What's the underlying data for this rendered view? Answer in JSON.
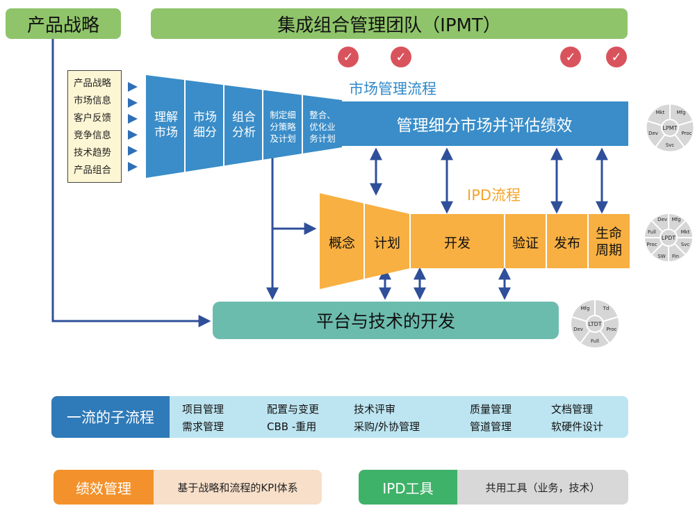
{
  "header": {
    "strategy": "产品战略",
    "ipmt": "集成组合管理团队（IPMT）"
  },
  "inputs": [
    "产品战略",
    "市场信息",
    "客户反馈",
    "竞争信息",
    "技术趋势",
    "产品组合"
  ],
  "market_process": {
    "title": "市场管理流程",
    "steps": [
      {
        "line1": "理解",
        "line2": "市场"
      },
      {
        "line1": "市场",
        "line2": "细分"
      },
      {
        "line1": "组合",
        "line2": "分析"
      },
      {
        "line1": "制定细",
        "line2": "分策略",
        "line3": "及计划"
      },
      {
        "line1": "整合、",
        "line2": "优化业",
        "line3": "务计划"
      }
    ],
    "manage_bar": "管理细分市场并评估绩效"
  },
  "ipd_process": {
    "title": "IPD流程",
    "steps": [
      "概念",
      "计划",
      "开发",
      "验证",
      "发布"
    ],
    "lifecycle_line1": "生命",
    "lifecycle_line2": "周期"
  },
  "tech_bar": "平台与技术的开发",
  "team_wheels": {
    "lpmt": {
      "center": "LPMT",
      "segments": [
        "Mkt",
        "Mfg",
        "Proc",
        "Svc",
        "Dev"
      ]
    },
    "lpdt": {
      "center": "LPDT",
      "segments": [
        "Dev",
        "Mfg",
        "Mkt",
        "Svc",
        "Fin",
        "SW",
        "Proc",
        "Full"
      ]
    },
    "ltdt": {
      "center": "LTDT",
      "segments": [
        "Mfg",
        "Td",
        "Proc",
        "Full",
        "Dev"
      ]
    }
  },
  "subprocess": {
    "title": "一流的子流程",
    "items": [
      "项目管理",
      "需求管理",
      "配置与变更",
      "CBB -重用",
      "技术评审",
      "采购/外协管理",
      "质量管理",
      "管道管理",
      "文档管理",
      "软硬件设计"
    ]
  },
  "performance": {
    "title": "绩效管理",
    "desc": "基于战略和流程的KPI体系"
  },
  "tools": {
    "title": "IPD工具",
    "desc": "共用工具（业务，技术）"
  },
  "colors": {
    "green": "#8fc46a",
    "blue": "#3a8dc8",
    "orange": "#f8b042",
    "teal": "#6cbcae",
    "check_red": "#d9535d",
    "arrow_blue": "#2f4f9a"
  }
}
